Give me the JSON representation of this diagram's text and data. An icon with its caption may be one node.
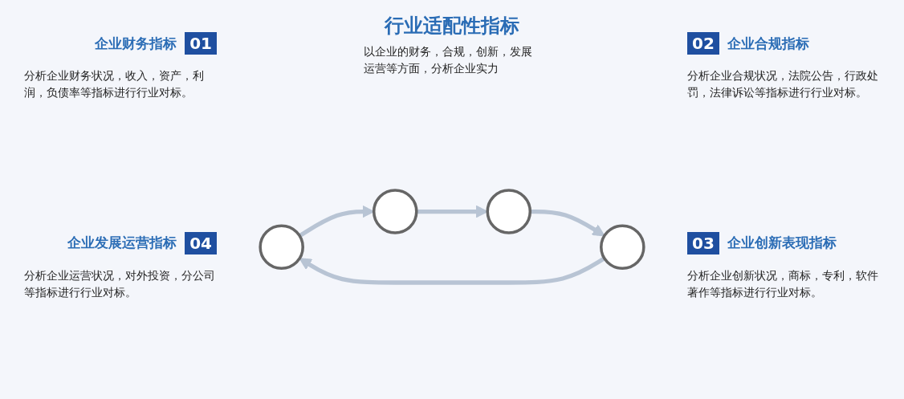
{
  "diagram": {
    "title": "行业适配性指标",
    "nodes": [
      {
        "text": [],
        "shape": "circle",
        "beside": [
          "企业财务指标",
          "01",
          "分析企业财务状况，收入，资产，利润，负债率等指标进行行业对标。"
        ]
      },
      {
        "text": [],
        "shape": "circle",
        "beside": [
          "02",
          "企业合规指标",
          "分析企业合规状况，法院公告，行政处罚，法律诉讼等指标进行行业对标。"
        ]
      },
      {
        "text": [],
        "shape": "circle",
        "beside": [
          "03",
          "企业创新表现指标",
          "分析企业创新状况，商标，专利，软件著作等指标进行行业对标。"
        ]
      },
      {
        "text": [],
        "shape": "circle",
        "beside": [
          "企业发展运营指标",
          "04",
          "分析企业运营状况，对外投资，分公司等指标进行行业对标。"
        ]
      }
    ],
    "edges": [
      {
        "from": 0,
        "to": 1,
        "arrow": "to"
      },
      {
        "from": 1,
        "to": 2,
        "arrow": "to"
      },
      {
        "from": 2,
        "to": 3,
        "arrow": "to"
      },
      {
        "from": 3,
        "to": 0,
        "arrow": "to"
      }
    ],
    "labels": [
      "以企业的财务，合规，创新，发展运营等方面，分析企业实力"
    ]
  }
}
